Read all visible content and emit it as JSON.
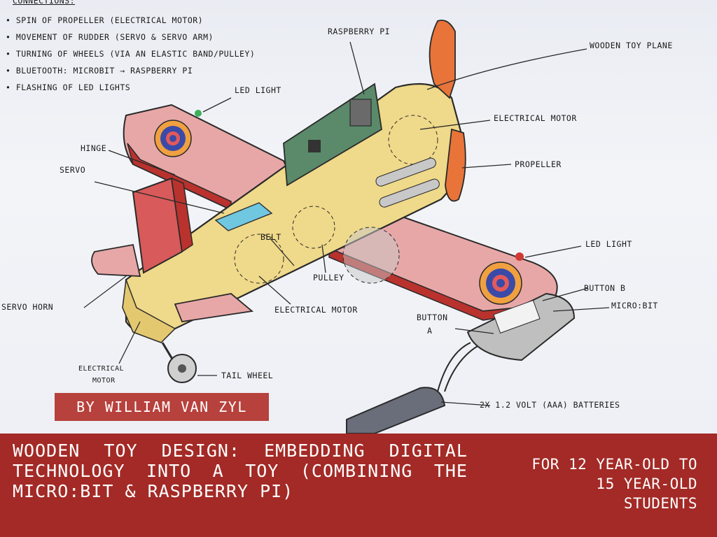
{
  "notes": {
    "heading": "CONNECTIONS:",
    "bullets": [
      "SPIN OF PROPELLER (ELECTRICAL MOTOR)",
      "MOVEMENT OF RUDDER (SERVO & SERVO ARM)",
      "TURNING OF WHEELS (VIA AN ELASTIC BAND/PULLEY)",
      "BLUETOOTH: MICROBIT → RASPBERRY PI",
      "FLASHING OF LED LIGHTS"
    ]
  },
  "labels": {
    "raspberry_pi": "RASPBERRY PI",
    "wooden_toy_plane": "WOODEN TOY PLANE",
    "led_light_top": "LED LIGHT",
    "electrical_motor_front": "ELECTRICAL MOTOR",
    "hinge": "HINGE",
    "servo": "SERVO",
    "propeller": "PROPELLER",
    "led_light_right": "LED LIGHT",
    "belt": "BELT",
    "pulley": "PULLEY",
    "button_b": "BUTTON B",
    "micro_bit": "MICRO:BIT",
    "button_a_line1": "BUTTON",
    "button_a_line2": "A",
    "servo_horn": "SERVO HORN",
    "electrical_motor_mid": "ELECTRICAL MOTOR",
    "electrical_motor_tail_1": "ELECTRICAL",
    "electrical_motor_tail_2": "MOTOR",
    "tail_wheel": "TAIL WHEEL",
    "batteries": "2X 1.2 VOLT (AAA) BATTERIES"
  },
  "author": "BY WILLIAM VAN ZYL",
  "title": "WOODEN TOY DESIGN: EMBEDDING DIGITAL TECHNOLOGY INTO A TOY (COMBINING THE MICRO:BIT & RASPBERRY PI)",
  "audience": "FOR 12 YEAR-OLD TO 15 YEAR-OLD STUDENTS",
  "colors": {
    "banner": "#a32a26",
    "author_box": "#b7413c",
    "wood": "#efd98a",
    "wing_red": "#d85a5a",
    "propeller": "#e8743a"
  }
}
